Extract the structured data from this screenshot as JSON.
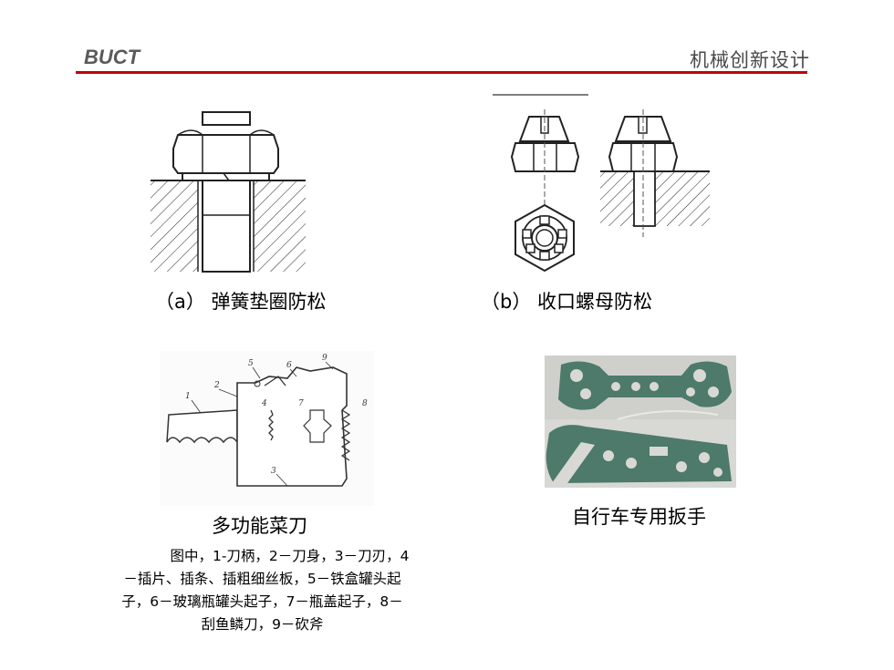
{
  "header": {
    "org": "BUCT",
    "course": "机械创新设计"
  },
  "figures": {
    "a_caption": "（a） 弹簧垫圈防松",
    "b_caption": "（b） 收口螺母防松",
    "knife_caption": "多功能菜刀",
    "wrench_caption": "自行车专用扳手",
    "knife_callouts": [
      "1",
      "2",
      "3",
      "4",
      "5",
      "6",
      "7",
      "8",
      "9"
    ]
  },
  "description": {
    "line1": "图中，1-刀柄，2－刀身，3－刀刃，4",
    "line2": "－插片、插条、插粗细丝板，5－铁盒罐头起",
    "line3": "子，6－玻璃瓶罐头起子，7－瓶盖起子，8－",
    "line4": "刮鱼鳞刀，9－砍斧"
  },
  "colors": {
    "accent_line": "#c00000",
    "wrench_bg": "#d8d8d4",
    "wrench_green": "#4d7a6a"
  }
}
